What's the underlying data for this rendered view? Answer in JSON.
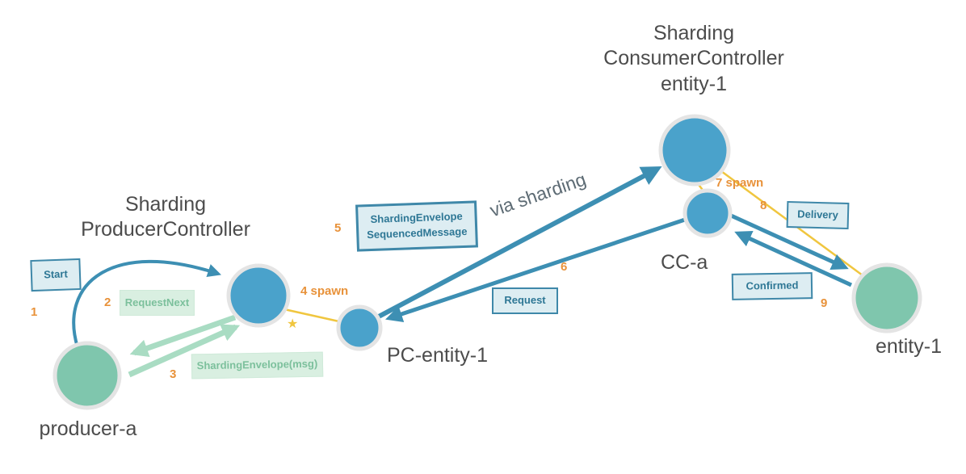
{
  "nodes": {
    "producer_a": {
      "label": "producer-a"
    },
    "sharding_producer_controller": {
      "label": "Sharding\nProducerController"
    },
    "pc_entity_1": {
      "label": "PC-entity-1"
    },
    "sharding_consumer_controller": {
      "label": "Sharding\nConsumerController\nentity-1"
    },
    "cc_a": {
      "label": "CC-a"
    },
    "entity_1": {
      "label": "entity-1"
    }
  },
  "messages": {
    "start": {
      "seq": "1",
      "label": "Start"
    },
    "request_next": {
      "seq": "2",
      "label": "RequestNext"
    },
    "sharding_envelope_msg": {
      "seq": "3",
      "label": "ShardingEnvelope(msg)"
    },
    "spawn_pc": {
      "seq": "4",
      "label": "spawn"
    },
    "sequenced_message": {
      "seq": "5",
      "label": "ShardingEnvelope\nSequencedMessage"
    },
    "request": {
      "seq": "6",
      "label": "Request"
    },
    "spawn_cc": {
      "seq": "7",
      "label": "spawn"
    },
    "delivery": {
      "seq": "8",
      "label": "Delivery"
    },
    "confirmed": {
      "seq": "9",
      "label": "Confirmed"
    }
  },
  "annotations": {
    "via_sharding": "via sharding",
    "spawn_star": "★"
  },
  "colors": {
    "node_blue": "#4aa2cb",
    "node_green": "#7fc6ad",
    "node_ring": "#e4e4e4",
    "arrow_blue": "#3d8fb3",
    "arrow_green": "#a9dcc3",
    "spawn_yellow": "#f0c63f",
    "seq_orange": "#e8923a",
    "box_blue_fill": "#ddedf2",
    "box_blue_border": "#3f88a9",
    "box_green_fill": "#d9efe1",
    "text_dark": "#4c4c4c"
  }
}
